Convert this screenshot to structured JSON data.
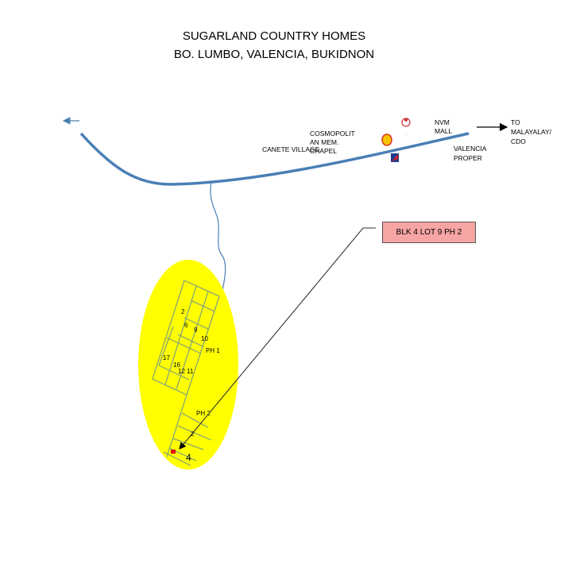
{
  "title": {
    "line1": "SUGARLAND COUNTRY HOMES",
    "line2": "BO. LUMBO, VALENCIA, BUKIDNON"
  },
  "landmarks": {
    "canete_village": "CANETE VILLAGE",
    "cosmopolitan": [
      "COSMOPOLIT",
      "AN MEM.",
      "CHAPEL"
    ],
    "nvm_mall": [
      "NVM",
      "MALL"
    ],
    "valencia_proper": [
      "VALENCIA",
      "PROPER"
    ],
    "destination": [
      "TO",
      "MALAYALAY/",
      "CDO"
    ]
  },
  "icons": [
    "shell-station-icon",
    "jollibee-icon",
    "petron-station-icon"
  ],
  "subdivision": {
    "phase1_label": "PH 1",
    "phase2_label": "PH 2",
    "lots_ph1": [
      "2",
      "6",
      "9",
      "10",
      "17",
      "16",
      "12",
      "11"
    ],
    "lots_ph2": [
      "2",
      "4"
    ]
  },
  "callout": {
    "label": "BLK 4 LOT 9 PH 2"
  },
  "colors": {
    "road": "#4a7fb5",
    "area": "#ffff00",
    "grid": "#7f9f7f",
    "callout": "#f7a4a4",
    "marker": "#e01010"
  }
}
